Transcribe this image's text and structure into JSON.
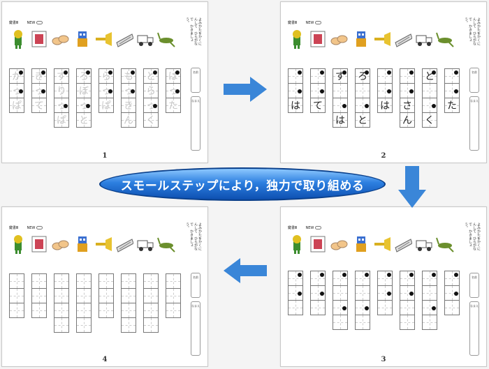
{
  "banner": {
    "text": "スモールステップにより，独力で取り組める"
  },
  "sheets": [
    {
      "number": "1",
      "header_label": "鍵書Ⅲ",
      "date_label": "NEW",
      "instruction": "よみかたをかくにんして　ひらがなで　かきましょう。",
      "answer_small_label": "名前",
      "answer_big_label": "なまえ",
      "mode": "trace"
    },
    {
      "number": "2",
      "header_label": "鍵書Ⅲ",
      "date_label": "NEW",
      "instruction": "よみかたをかくにんして　ひらがなで　かきましょう。",
      "answer_small_label": "名前",
      "answer_big_label": "なまえ",
      "mode": "partial"
    },
    {
      "number": "3",
      "header_label": "鍵書Ⅲ",
      "date_label": "NEW",
      "instruction": "よみかたをかくにんして　ひらがなで　かきましょう。",
      "answer_small_label": "名前",
      "answer_big_label": "なまえ",
      "mode": "dots"
    },
    {
      "number": "4",
      "header_label": "鍵書Ⅲ",
      "date_label": "NEW",
      "instruction": "よみかたをかくにんして　ひらがなで　かきましょう。",
      "answer_small_label": "名前",
      "answer_big_label": "なまえ",
      "mode": "blank"
    }
  ],
  "words_sheet1": [
    [
      "か",
      "っ",
      "ぱ"
    ],
    [
      "き",
      "っ",
      "て"
    ],
    [
      "す",
      "り",
      "っ",
      "ぱ"
    ],
    [
      "ろ",
      "ぼ",
      "っ",
      "と"
    ],
    [
      "ら",
      "っ",
      "ぱ"
    ],
    [
      "も",
      "っ",
      "き",
      "ん"
    ],
    [
      "と",
      "ら",
      "っ",
      "く"
    ],
    [
      "ば",
      "っ",
      "た"
    ]
  ],
  "words_sheet2": [
    [
      "",
      "",
      "は"
    ],
    [
      "",
      "",
      "て"
    ],
    [
      "す",
      "",
      "",
      "は"
    ],
    [
      "ろ",
      "",
      "",
      "と"
    ],
    [
      "",
      "",
      "は"
    ],
    [
      "",
      "",
      "さ",
      "ん"
    ],
    [
      "と",
      "",
      "",
      "く"
    ],
    [
      "",
      "",
      "た"
    ]
  ],
  "icons": [
    "kappa-icon",
    "stamp-icon",
    "slippers-icon",
    "robot-icon",
    "trumpet-icon",
    "mokkin-icon",
    "truck-icon",
    "grasshopper-icon"
  ],
  "colors": {
    "banner_top": "#8ec9ff",
    "banner_bottom": "#0d4fb0",
    "arrow": "#3a86d8"
  }
}
